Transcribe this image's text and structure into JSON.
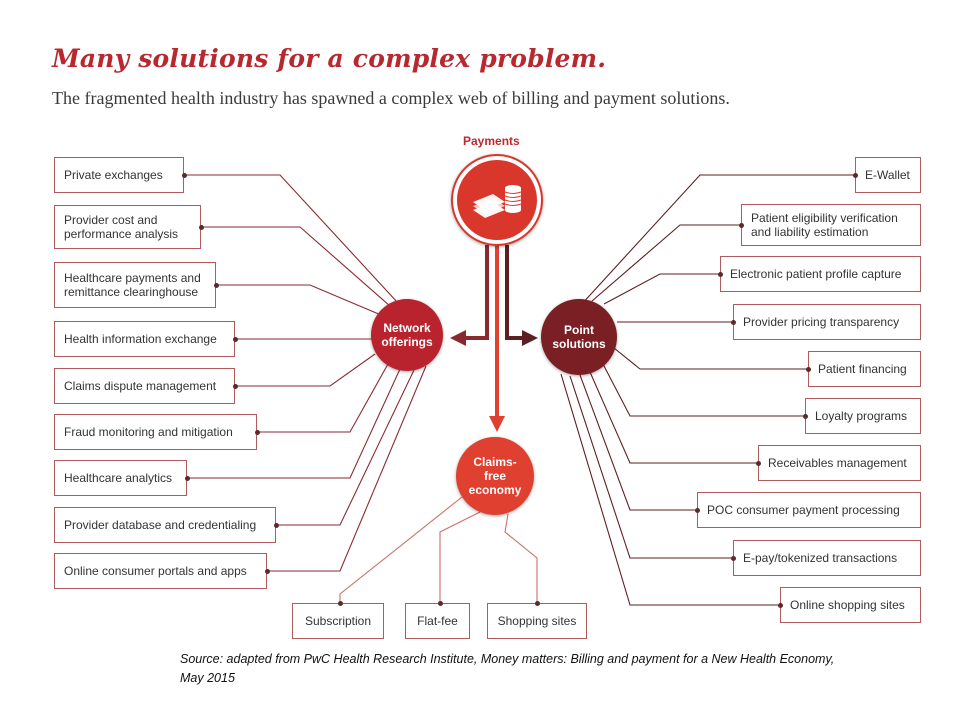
{
  "header": {
    "title": "Many solutions for a complex problem.",
    "subtitle": "The fragmented health industry has spawned a complex web of billing and payment solutions."
  },
  "hubs": {
    "payments_label": "Payments",
    "network_line1": "Network",
    "network_line2": "offerings",
    "point_line1": "Point",
    "point_line2": "solutions",
    "claims_line1": "Claims-",
    "claims_line2": "free",
    "claims_line3": "economy"
  },
  "network_items": [
    {
      "line1": "Private exchanges"
    },
    {
      "line1": "Provider cost and",
      "line2": "performance analysis"
    },
    {
      "line1": "Healthcare payments and",
      "line2": "remittance clearinghouse"
    },
    {
      "line1": "Health information exchange"
    },
    {
      "line1": "Claims dispute management"
    },
    {
      "line1": "Fraud monitoring and mitigation"
    },
    {
      "line1": "Healthcare analytics"
    },
    {
      "line1": "Provider database and credentialing"
    },
    {
      "line1": "Online consumer portals and apps"
    }
  ],
  "point_items": [
    {
      "line1": "E-Wallet"
    },
    {
      "line1": "Patient eligibility verification",
      "line2": "and liability estimation"
    },
    {
      "line1": "Electronic patient profile capture"
    },
    {
      "line1": "Provider pricing transparency"
    },
    {
      "line1": "Patient financing"
    },
    {
      "line1": "Loyalty programs"
    },
    {
      "line1": "Receivables management"
    },
    {
      "line1": "POC consumer payment processing"
    },
    {
      "line1": "E-pay/tokenized transactions"
    },
    {
      "line1": "Online shopping sites"
    }
  ],
  "claims_items": [
    {
      "line1": "Subscription"
    },
    {
      "line1": "Flat-fee"
    },
    {
      "line1": "Shopping sites"
    }
  ],
  "source": {
    "text": "Source: adapted from PwC Health Research Institute, Money matters: Billing and payment for a New Health Economy, May 2015"
  },
  "colors": {
    "payments_hub": "#d9362c",
    "network_hub": "#b8232d",
    "point_hub": "#7a1f24",
    "claims_hub": "#e0402f",
    "title": "#b8282f",
    "link_network": "#8a2a30",
    "link_point": "#5e1f22",
    "link_claims": "#cc7068"
  }
}
